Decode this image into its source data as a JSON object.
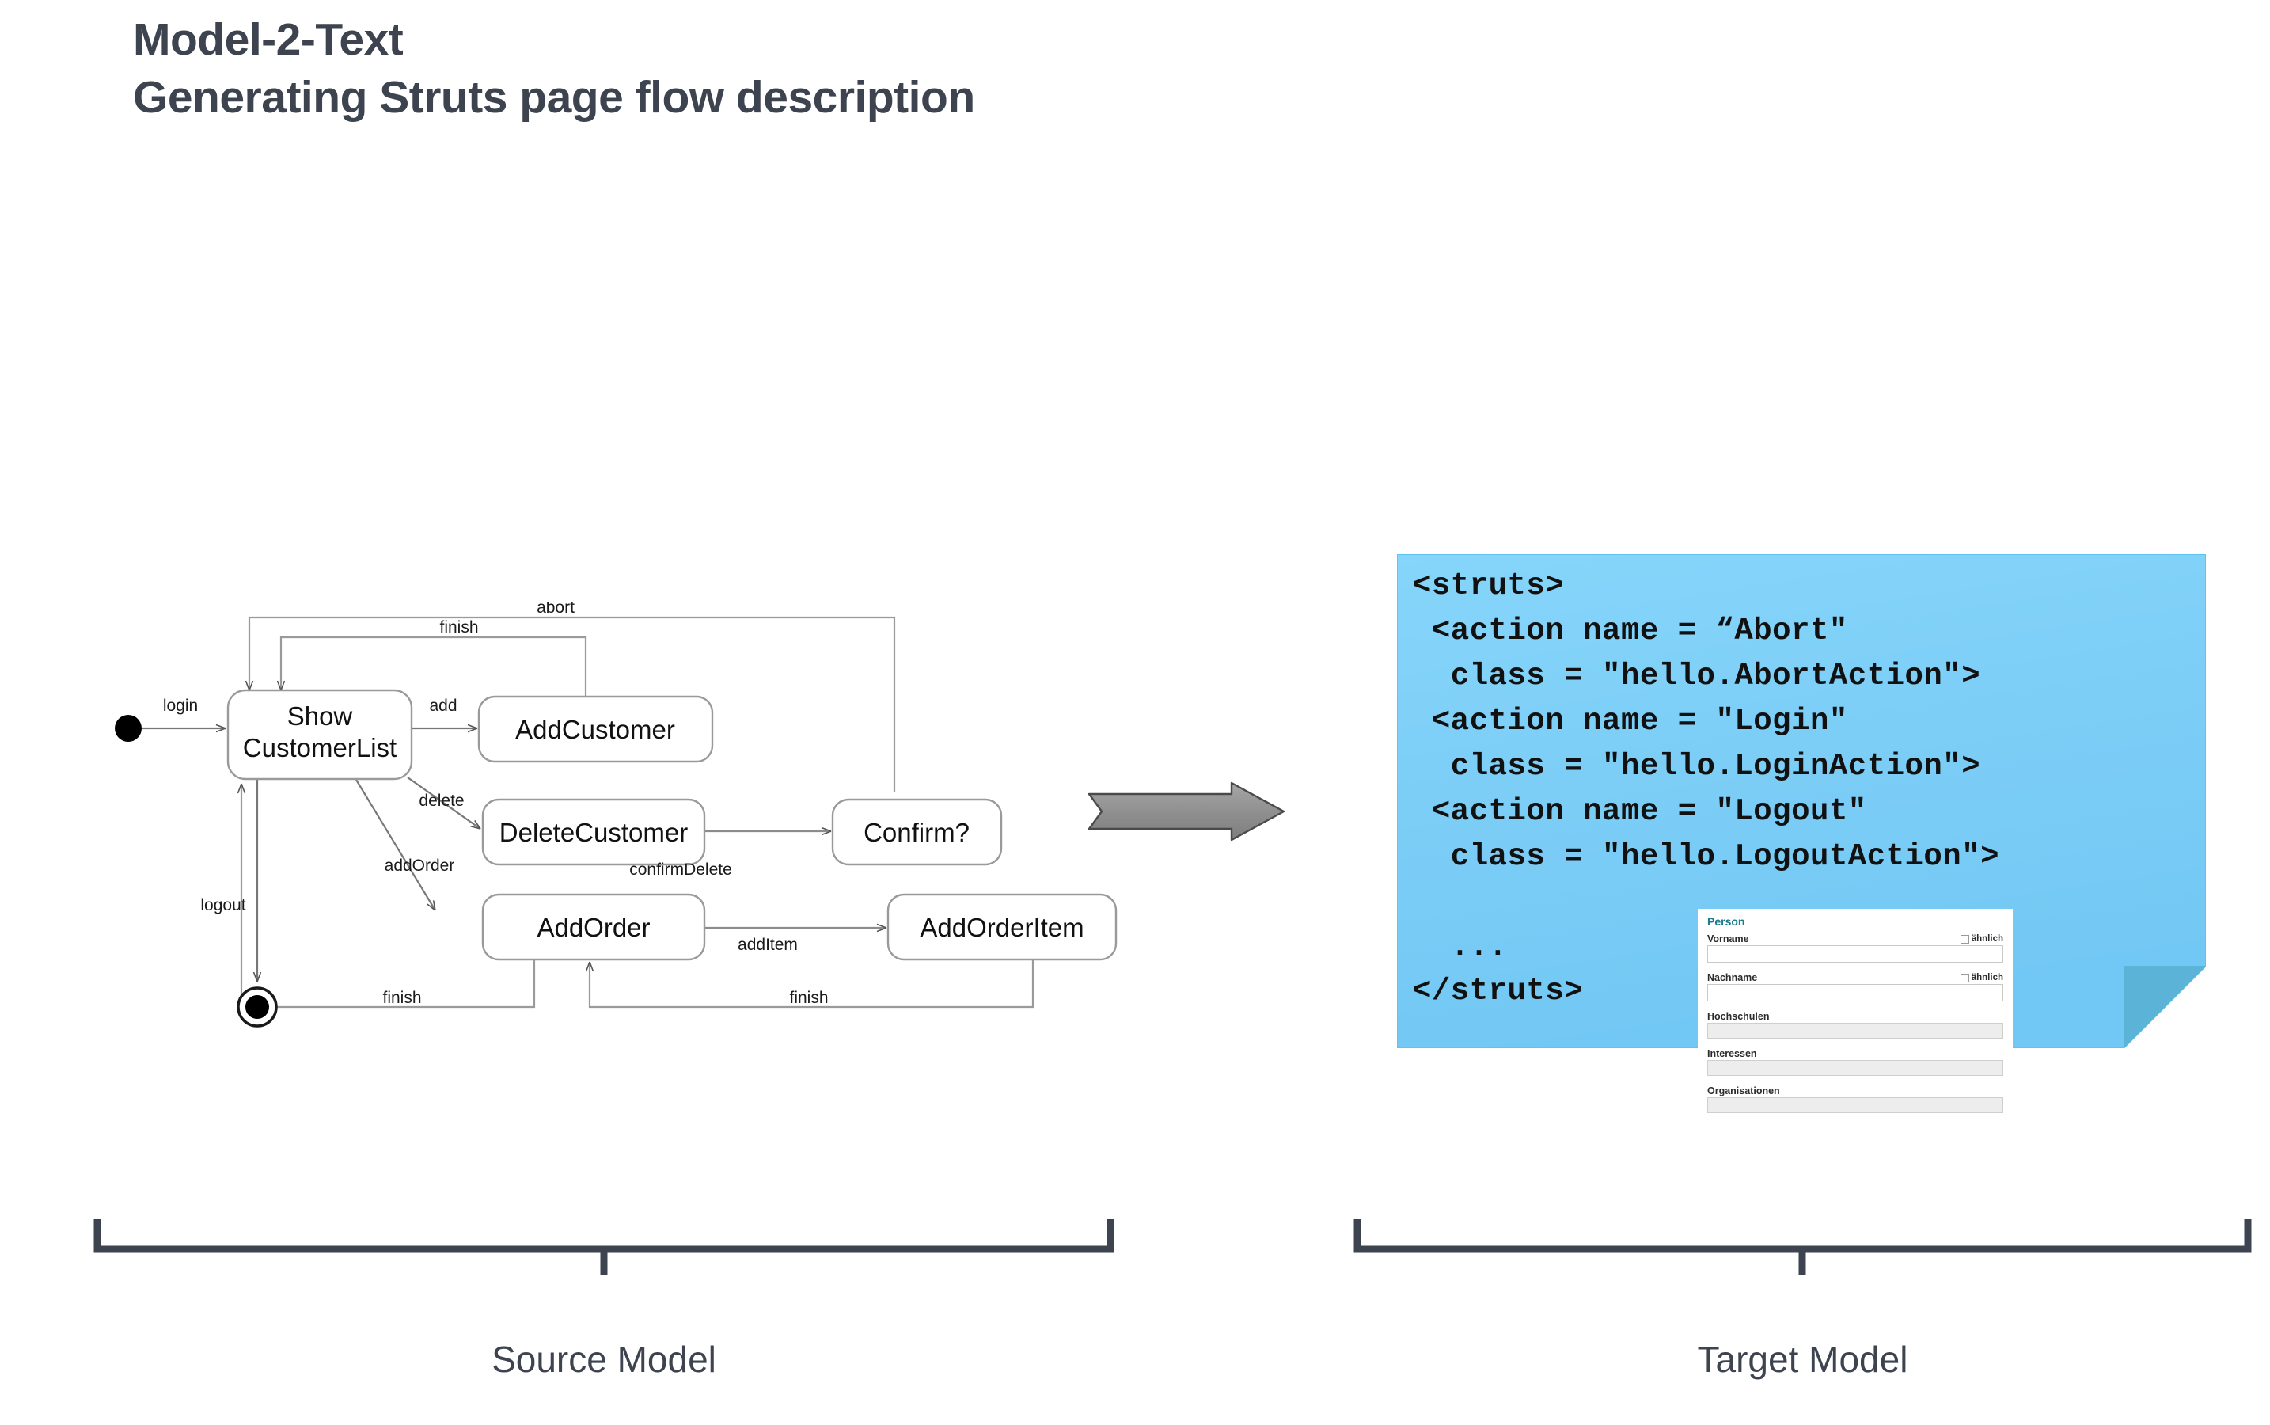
{
  "title": {
    "line1": "Model-2-Text",
    "line2": "Generating Struts page flow description",
    "color": "#3d4450"
  },
  "source_model": {
    "caption": "Source Model",
    "states": [
      {
        "id": "show-customer-list",
        "label_line1": "Show",
        "label_line2": "CustomerList"
      },
      {
        "id": "add-customer",
        "label": "AddCustomer"
      },
      {
        "id": "delete-customer",
        "label": "DeleteCustomer"
      },
      {
        "id": "confirm",
        "label": "Confirm?"
      },
      {
        "id": "add-order",
        "label": "AddOrder"
      },
      {
        "id": "add-order-item",
        "label": "AddOrderItem"
      }
    ],
    "pseudostates": [
      {
        "id": "initial-state",
        "kind": "initial"
      },
      {
        "id": "final-state",
        "kind": "final"
      }
    ],
    "transitions": [
      {
        "from": "initial-state",
        "to": "show-customer-list",
        "label": "login"
      },
      {
        "from": "show-customer-list",
        "to": "add-customer",
        "label": "add"
      },
      {
        "from": "show-customer-list",
        "to": "delete-customer",
        "label": "delete"
      },
      {
        "from": "show-customer-list",
        "to": "add-order",
        "label": "addOrder"
      },
      {
        "from": "show-customer-list",
        "to": "final-state",
        "label": "logout"
      },
      {
        "from": "add-customer",
        "to": "show-customer-list",
        "label": "finish"
      },
      {
        "from": "delete-customer",
        "to": "confirm",
        "label": "confirmDelete"
      },
      {
        "from": "confirm",
        "to": "show-customer-list",
        "label": "abort"
      },
      {
        "from": "add-order",
        "to": "show-customer-list",
        "label": "finish"
      },
      {
        "from": "add-order",
        "to": "add-order-item",
        "label": "addItem"
      },
      {
        "from": "add-order-item",
        "to": "add-order",
        "label": "finish"
      }
    ]
  },
  "transform": {
    "arrow_label": "transform-arrow",
    "arrow_fill": "#8c8c8c",
    "arrow_stroke": "#4f4f4f"
  },
  "target_model": {
    "caption": "Target Model",
    "note_color": "#77ceec",
    "note_fold_color": "#5cb4d4",
    "code_lines": [
      "<struts>",
      " <action name = “Abort\"",
      "  class = \"hello.AbortAction\">",
      " <action name = \"Login\"",
      "  class = \"hello.LoginAction\">",
      " <action name = \"Logout\"",
      "  class = \"hello.LogoutAction\">",
      "",
      "  ...",
      "</struts>"
    ],
    "form": {
      "title": "Person",
      "title_color": "#197a8c",
      "similar_label": "ähnlich",
      "fields": [
        {
          "label": "Vorname",
          "value": "",
          "has_similar_checkbox": true,
          "style": "white"
        },
        {
          "label": "Nachname",
          "value": "",
          "has_similar_checkbox": true,
          "style": "white"
        },
        {
          "label": "Hochschulen",
          "value": "",
          "has_similar_checkbox": false,
          "style": "gray"
        },
        {
          "label": "Interessen",
          "value": "",
          "has_similar_checkbox": false,
          "style": "gray"
        },
        {
          "label": "Organisationen",
          "value": "",
          "has_similar_checkbox": false,
          "style": "gray"
        }
      ]
    }
  }
}
